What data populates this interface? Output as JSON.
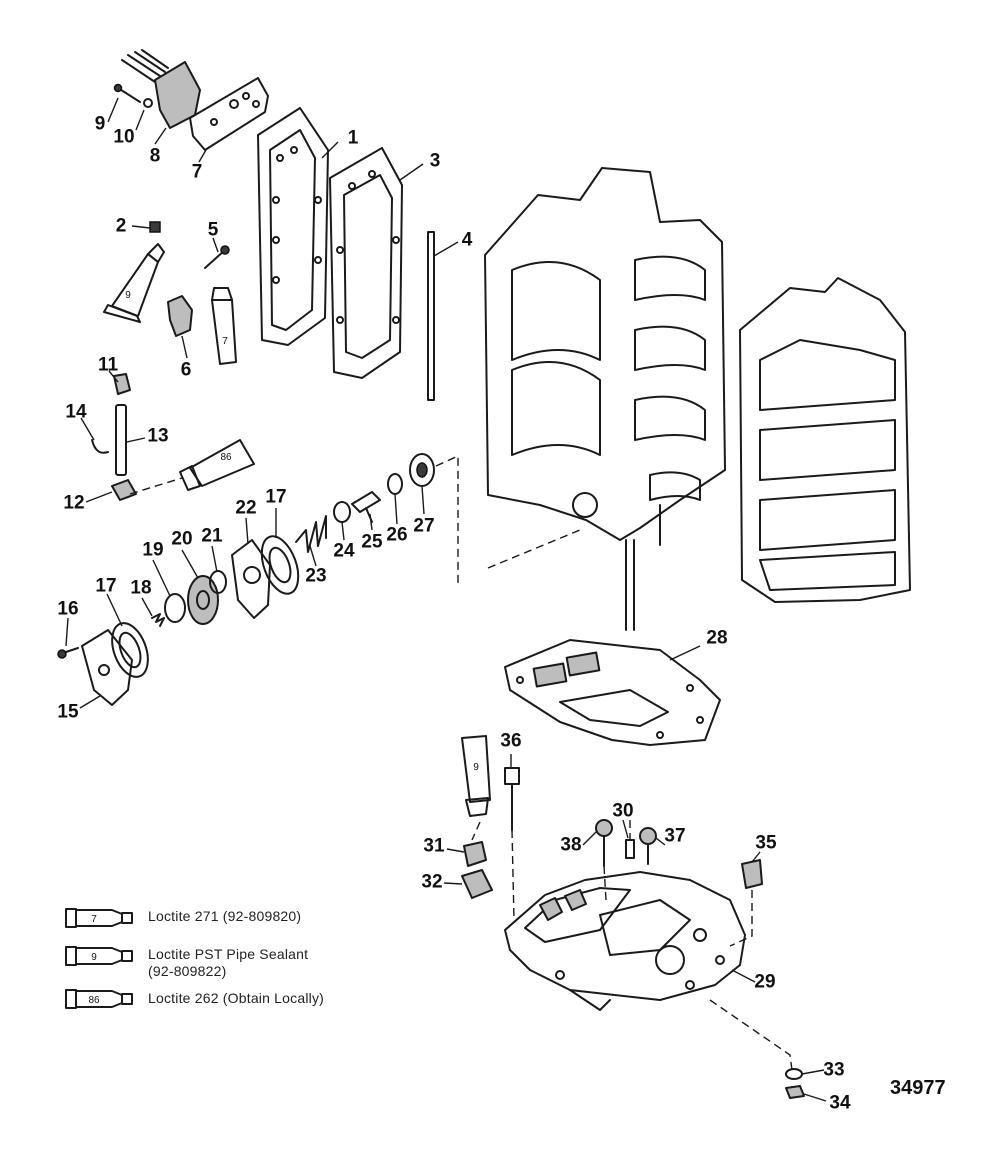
{
  "callouts": [
    {
      "id": "1",
      "label": "1"
    },
    {
      "id": "2",
      "label": "2"
    },
    {
      "id": "3",
      "label": "3"
    },
    {
      "id": "4",
      "label": "4"
    },
    {
      "id": "5",
      "label": "5"
    },
    {
      "id": "6",
      "label": "6"
    },
    {
      "id": "7a",
      "label": "7"
    },
    {
      "id": "8",
      "label": "8"
    },
    {
      "id": "9",
      "label": "9"
    },
    {
      "id": "10",
      "label": "10"
    },
    {
      "id": "11",
      "label": "11"
    },
    {
      "id": "12",
      "label": "12"
    },
    {
      "id": "13",
      "label": "13"
    },
    {
      "id": "14",
      "label": "14"
    },
    {
      "id": "15",
      "label": "15"
    },
    {
      "id": "16",
      "label": "16"
    },
    {
      "id": "17a",
      "label": "17"
    },
    {
      "id": "17b",
      "label": "17"
    },
    {
      "id": "18",
      "label": "18"
    },
    {
      "id": "19",
      "label": "19"
    },
    {
      "id": "20",
      "label": "20"
    },
    {
      "id": "21",
      "label": "21"
    },
    {
      "id": "22",
      "label": "22"
    },
    {
      "id": "23",
      "label": "23"
    },
    {
      "id": "24",
      "label": "24"
    },
    {
      "id": "25",
      "label": "25"
    },
    {
      "id": "26",
      "label": "26"
    },
    {
      "id": "27",
      "label": "27"
    },
    {
      "id": "28",
      "label": "28"
    },
    {
      "id": "29",
      "label": "29"
    },
    {
      "id": "30",
      "label": "30"
    },
    {
      "id": "31",
      "label": "31"
    },
    {
      "id": "32",
      "label": "32"
    },
    {
      "id": "33",
      "label": "33"
    },
    {
      "id": "34",
      "label": "34"
    },
    {
      "id": "35",
      "label": "35"
    },
    {
      "id": "36",
      "label": "36"
    },
    {
      "id": "37",
      "label": "37"
    },
    {
      "id": "38",
      "label": "38"
    }
  ],
  "tube_labels": {
    "tube_2": "9",
    "tube_5": "7",
    "tube_13": "86",
    "tube_36": "9"
  },
  "legend": [
    {
      "tube": "7",
      "text": "Loctite 271 (92-809820)"
    },
    {
      "tube": "9",
      "text": "Loctite PST Pipe Sealant\n(92-809822)"
    },
    {
      "tube": "86",
      "text": "Loctite 262 (Obtain Locally)"
    }
  ],
  "figure_id": "34977",
  "colors": {
    "ink": "#1a1a1a",
    "part_gray": "#bdbdbd",
    "paper": "#ffffff"
  }
}
